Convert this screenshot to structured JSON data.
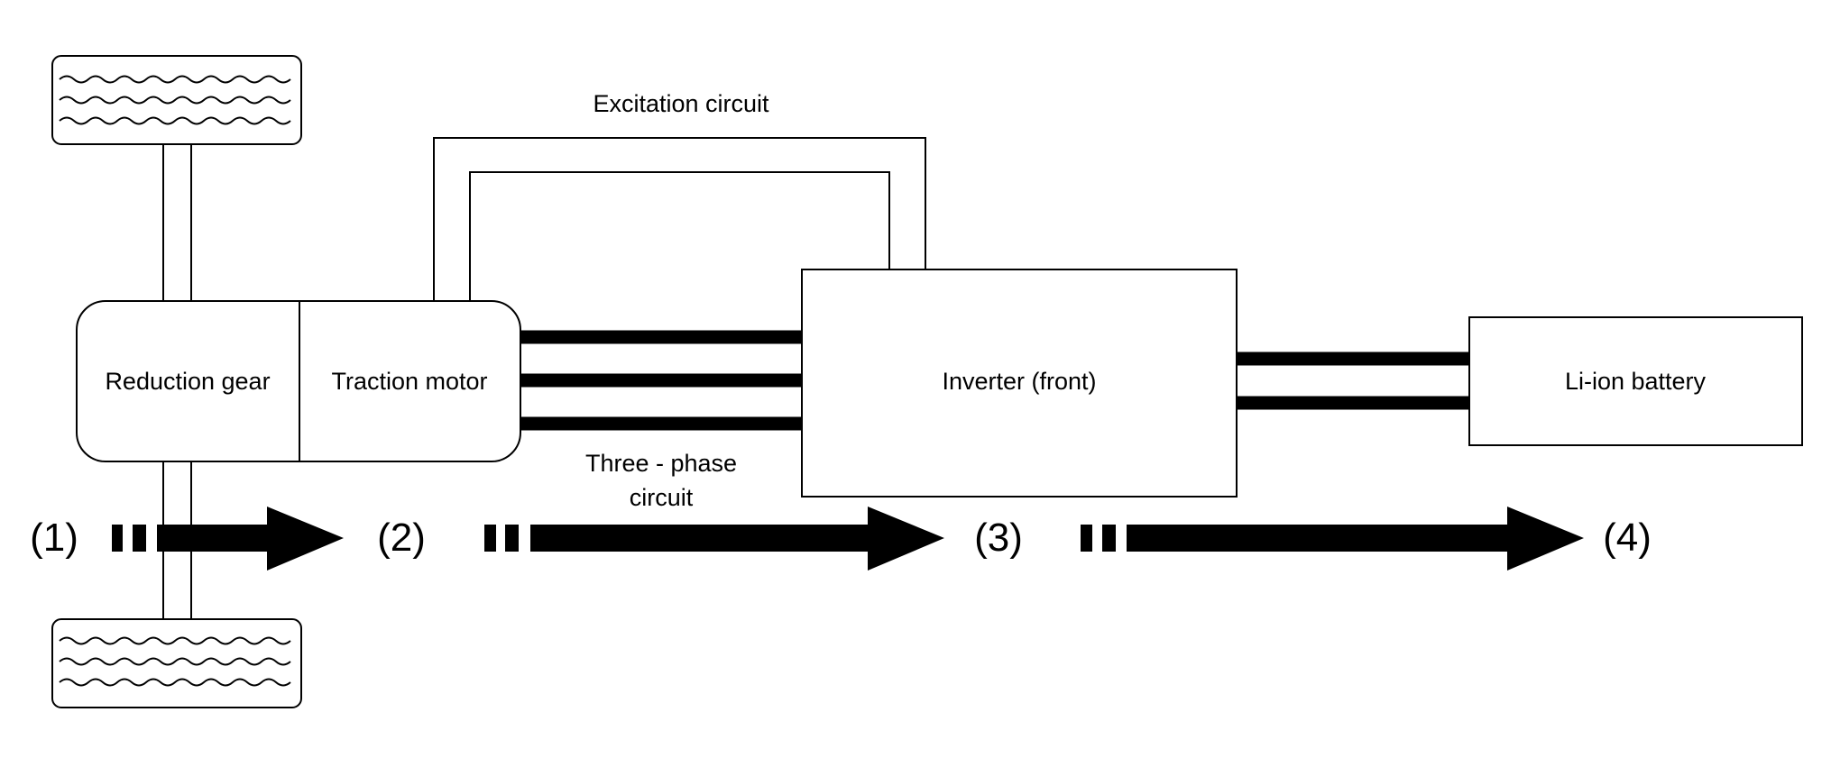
{
  "components": {
    "reduction_gear": "Reduction gear",
    "traction_motor": "Traction motor",
    "inverter": "Inverter (front)",
    "battery": "Li-ion battery"
  },
  "circuits": {
    "excitation": "Excitation circuit",
    "three_phase_line1": "Three - phase",
    "three_phase_line2": "circuit"
  },
  "flow_steps": [
    "(1)",
    "(2)",
    "(3)",
    "(4)"
  ]
}
